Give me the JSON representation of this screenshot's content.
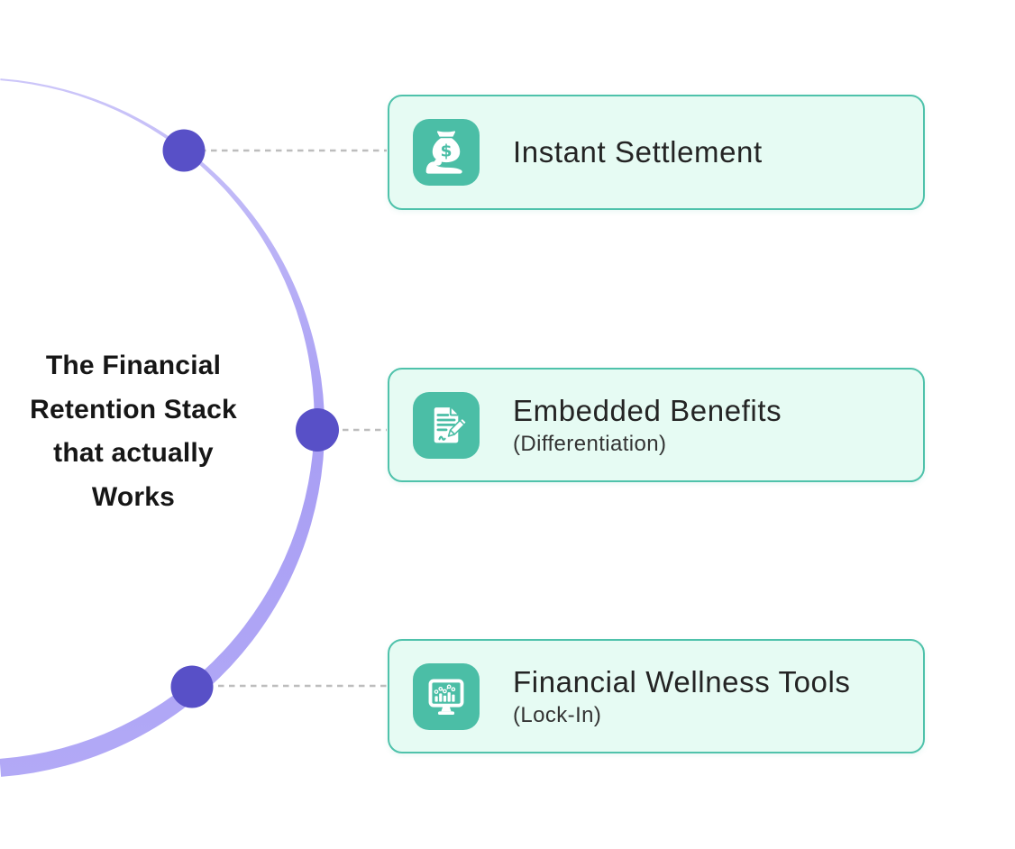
{
  "heading": {
    "lines": [
      "The Financial",
      "Retention Stack",
      "that actually",
      "Works"
    ]
  },
  "cards": [
    {
      "title": "Instant Settlement",
      "subtitle": "",
      "icon": "money-bag-hand-icon"
    },
    {
      "title": "Embedded Benefits",
      "subtitle": "(Differentiation)",
      "icon": "document-signature-icon"
    },
    {
      "title": "Financial Wellness Tools",
      "subtitle": "(Lock-In)",
      "icon": "financial-dashboard-icon"
    }
  ],
  "colors": {
    "accent_teal": "#4BBEA6",
    "card_background": "#E6FBF3",
    "card_border": "#4FC2AB",
    "arc_gradient_top": "#CCC6F9",
    "arc_gradient_bottom": "#A89EF4",
    "node_dot": "#5850C7",
    "connector_dash": "#BDBDBD",
    "heading_text": "#161616",
    "card_title_text": "#242424"
  }
}
